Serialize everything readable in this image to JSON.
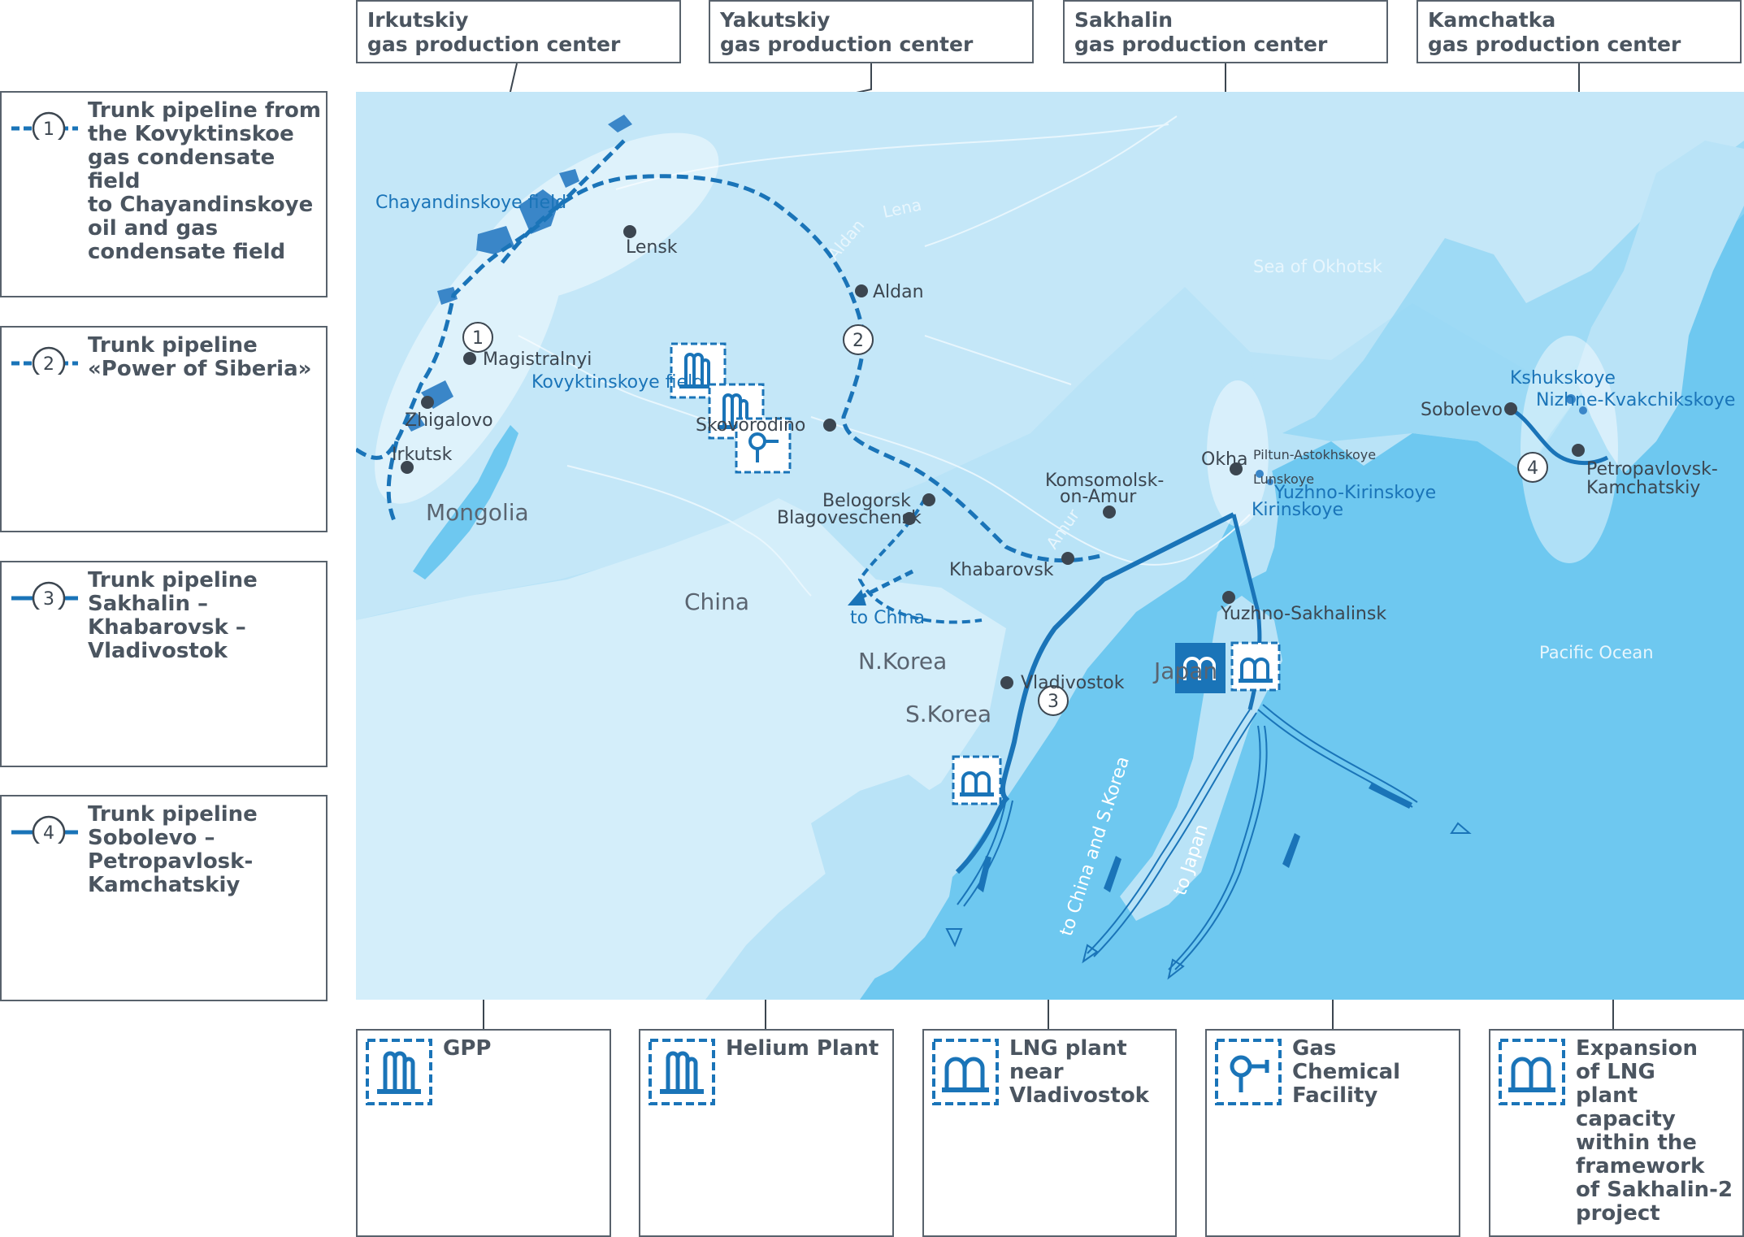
{
  "centers": [
    {
      "line1": "Irkutskiy",
      "line2": "gas production center"
    },
    {
      "line1": "Yakutskiy",
      "line2": "gas production center"
    },
    {
      "line1": "Sakhalin",
      "line2": "gas production center"
    },
    {
      "line1": "Kamchatka",
      "line2": "gas production center"
    }
  ],
  "legend": [
    {
      "num": "1",
      "lines": [
        "Trunk pipeline from",
        "the Kovyktinskoe",
        "gas condensate field",
        "to Chayandinskoye",
        "oil and gas",
        "condensate field"
      ]
    },
    {
      "num": "2",
      "lines": [
        "Trunk pipeline",
        "«Power of Siberia»"
      ]
    },
    {
      "num": "3",
      "lines": [
        "Trunk pipeline",
        "Sakhalin –",
        "Khabarovsk –",
        "Vladivostok"
      ]
    },
    {
      "num": "4",
      "lines": [
        "Trunk pipeline",
        "Sobolevo –",
        "Petropavlosk-",
        "Kamchatskiy"
      ]
    }
  ],
  "facilities": [
    {
      "icon": "gpp-icon",
      "lines": [
        "GPP"
      ]
    },
    {
      "icon": "helium-plant-icon",
      "lines": [
        "Helium Plant"
      ]
    },
    {
      "icon": "lng-plant-icon",
      "lines": [
        "LNG plant",
        "near",
        "Vladivostok"
      ]
    },
    {
      "icon": "gas-chemical-icon",
      "lines": [
        "Gas",
        "Chemical",
        "Facility"
      ]
    },
    {
      "icon": "lng-expansion-icon",
      "lines": [
        "Expansion",
        "of LNG",
        "plant capacity",
        "within the",
        "framework",
        "of Sakhalin-2",
        "project"
      ]
    }
  ],
  "map": {
    "cities": {
      "lensk": "Lensk",
      "aldan": "Aldan",
      "magistralnyi": "Magistralnyi",
      "zhigalovo": "Zhigalovo",
      "irkutsk": "Irkutsk",
      "skovorodino": "Skovorodino",
      "belogorsk": "Belogorsk",
      "blagoveschensk": "Blagoveschensk",
      "komsomolsk1": "Komsomolsk-",
      "komsomolsk2": "on-Amur",
      "khabarovsk": "Khabarovsk",
      "vladivostok": "Vladivostok",
      "okha": "Okha",
      "yuzhno_sakhalinsk": "Yuzhno-Sakhalinsk",
      "sobolevo": "Sobolevo",
      "petropavlovsk1": "Petropavlovsk-",
      "petropavlovsk2": "Kamchatskiy"
    },
    "fields": {
      "chayandinskoye": "Chayandinskoye field",
      "kovyktinskoye": "Kovyktinskoye field",
      "piltun": "Piltun-Astokhskoye",
      "lunskoye": "Lunskoye",
      "yuzhno_kirinskoye": "Yuzhno-Kirinskoye",
      "kirinskoye": "Kirinskoye",
      "kshukskoye": "Kshukskoye",
      "nizhne": "Nizhne-Kvakchikskoye"
    },
    "regions": {
      "mongolia": "Mongolia",
      "china": "China",
      "nkorea": "N.Korea",
      "skorea": "S.Korea",
      "japan": "Japan",
      "okhotsk": "Sea of Okhotsk",
      "pacific": "Pacific Ocean"
    },
    "rivers": {
      "lena": "Lena",
      "aldan": "Aldan",
      "amur": "Amur"
    },
    "routes": {
      "to_china": "to China",
      "to_china_korea": "to China and S.Korea",
      "to_japan": "to Japan"
    },
    "pipeline_numbers": [
      "1",
      "2",
      "3",
      "4"
    ],
    "colors": {
      "land": "#d2ecf8",
      "land_mid": "#b8e2f6",
      "sea": "#6ec8f0",
      "sea_deep": "#4fb9ea",
      "pipeline": "#1a74b8",
      "field": "#3a86c8",
      "city": "#3c4650"
    }
  }
}
